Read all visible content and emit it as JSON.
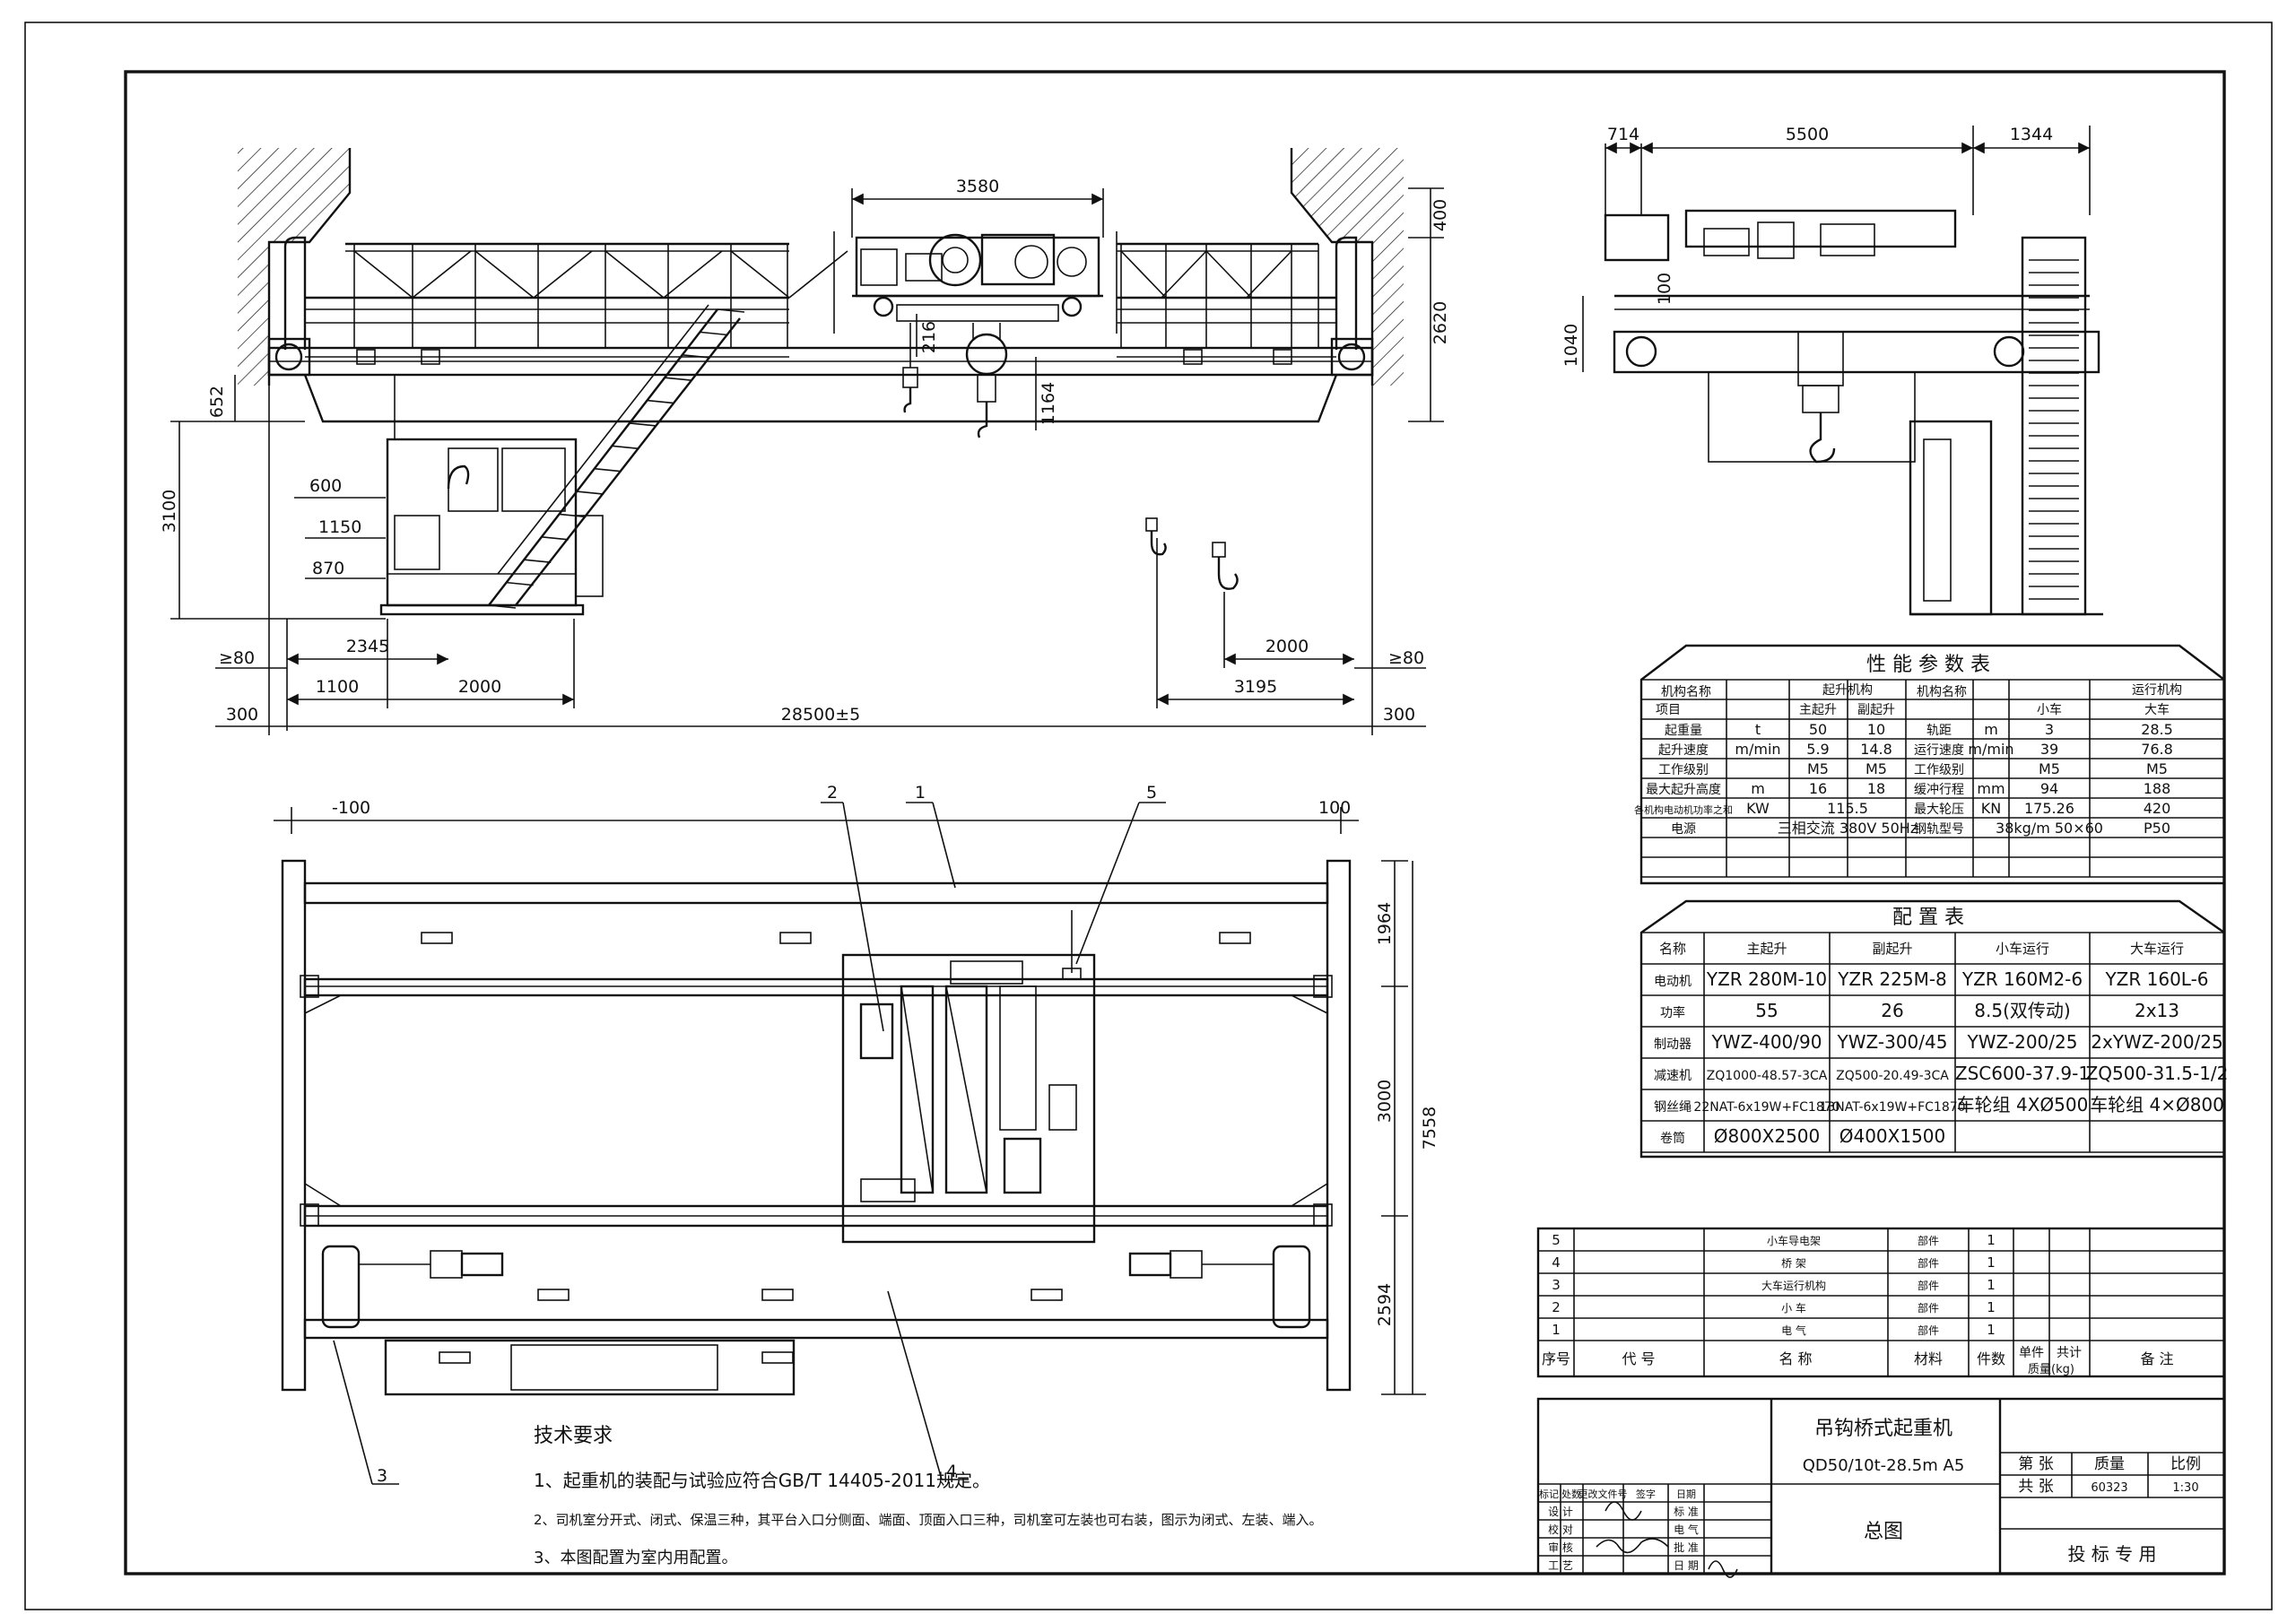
{
  "views": {
    "front": {
      "dims": {
        "trolley_span": "3580",
        "top_clear": "400",
        "overall_height": "2620",
        "bottom_offset": "652",
        "cab_height": "3100",
        "hook_216": "216",
        "hook_1164": "1164",
        "cab_600": "600",
        "cab_1150": "1150",
        "cab_870": "870",
        "left_2345": "2345",
        "right_2000": "2000",
        "left_ge80": "≥80",
        "right_ge80": "≥80",
        "left_1100": "1100",
        "left_2000": "2000",
        "right_3195": "3195",
        "left_300": "300",
        "span": "28500±5",
        "right_300": "300"
      }
    },
    "side": {
      "dims": {
        "d714": "714",
        "d5500": "5500",
        "d1344": "1344",
        "d1040": "1040",
        "d100": "100"
      }
    },
    "plan": {
      "dims": {
        "left_minus100": "-100",
        "right_100": "100",
        "d1964": "1964",
        "d3000": "3000",
        "d7558": "7558",
        "d2594": "2594"
      },
      "callouts": [
        "1",
        "2",
        "3",
        "4",
        "5"
      ]
    }
  },
  "performance_table": {
    "title": "性 能 参 数 表",
    "header": {
      "mech_name": "机构名称",
      "item": "项目",
      "lift_mech": "起升机构",
      "main_lift": "主起升",
      "aux_lift": "副起升",
      "mech_name2": "机构名称",
      "run_mech": "运行机构",
      "trolley": "小车",
      "crane": "大车"
    },
    "rows": [
      [
        "起重量",
        "t",
        "50",
        "10",
        "轨距",
        "m",
        "3",
        "28.5"
      ],
      [
        "起升速度",
        "m/min",
        "5.9",
        "14.8",
        "运行速度",
        "m/min",
        "39",
        "76.8"
      ],
      [
        "工作级别",
        "",
        "M5",
        "M5",
        "工作级别",
        "",
        "M5",
        "M5"
      ],
      [
        "最大起升高度",
        "m",
        "16",
        "18",
        "缓冲行程",
        "mm",
        "94",
        "188"
      ],
      [
        "各机构电动机功率之和",
        "KW",
        "115.5",
        "",
        "最大轮压",
        "KN",
        "175.26",
        "420"
      ],
      [
        "电源",
        "",
        "三相交流 380V 50Hz",
        "",
        "钢轨型号",
        "",
        "38kg/m 50×60",
        "P50"
      ]
    ]
  },
  "config_table": {
    "title": "配 置 表",
    "header": [
      "名称",
      "主起升",
      "副起升",
      "小车运行",
      "大车运行"
    ],
    "rows": [
      [
        "电动机",
        "YZR 280M-10",
        "YZR 225M-8",
        "YZR 160M2-6",
        "YZR 160L-6"
      ],
      [
        "功率",
        "55",
        "26",
        "8.5(双传动)",
        "2x13"
      ],
      [
        "制动器",
        "YWZ-400/90",
        "YWZ-300/45",
        "YWZ-200/25",
        "2xYWZ-200/25"
      ],
      [
        "减速机",
        "ZQ1000-48.57-3CA",
        "ZQ500-20.49-3CA",
        "ZSC600-37.9-1",
        "ZQ500-31.5-1/2"
      ],
      [
        "钢丝绳",
        "22NAT-6x19W+FC1870",
        "13NAT-6x19W+FC1870",
        "车轮组 4XØ500",
        "车轮组 4×Ø800"
      ],
      [
        "卷筒",
        "Ø800X2500",
        "Ø400X1500",
        "",
        ""
      ]
    ]
  },
  "parts_list": {
    "rows": [
      {
        "no": "5",
        "name": "小车导电架",
        "material": "部件",
        "qty": "1"
      },
      {
        "no": "4",
        "name": "桥 架",
        "material": "部件",
        "qty": "1"
      },
      {
        "no": "3",
        "name": "大车运行机构",
        "material": "部件",
        "qty": "1"
      },
      {
        "no": "2",
        "name": "小 车",
        "material": "部件",
        "qty": "1"
      },
      {
        "no": "1",
        "name": "电 气",
        "material": "部件",
        "qty": "1"
      }
    ],
    "header": {
      "no": "序号",
      "code": "代 号",
      "name": "名 称",
      "material": "材料",
      "qty": "件数",
      "unit": "单件",
      "total": "共计",
      "mass": "质量(kg)",
      "remark": "备 注"
    }
  },
  "title_block": {
    "title": "吊钩桥式起重机",
    "model": "QD50/10t-28.5m A5",
    "drawing": "总图",
    "bid": "投 标 专 用",
    "sheets_total": "共 张",
    "sheet_no": "第 张",
    "mass_label": "质量",
    "ratio_label": "比例",
    "mass": "60323",
    "ratio": "1:30",
    "sign_labels": [
      "标记",
      "处数",
      "更改文件号",
      "签字",
      "日期"
    ],
    "role_labels": [
      "设 计",
      "校 对",
      "审 核",
      "工 艺"
    ],
    "right_labels": [
      "标 准",
      "电 气",
      "批 准",
      "日 期"
    ]
  },
  "notes": {
    "heading": "技术要求",
    "items": [
      "1、起重机的装配与试验应符合GB/T 14405-2011规定。",
      "2、司机室分开式、闭式、保温三种，其平台入口分侧面、端面、顶面入口三种，司机室可左装也可右装，图示为闭式、左装、端入。",
      "3、本图配置为室内用配置。"
    ]
  }
}
